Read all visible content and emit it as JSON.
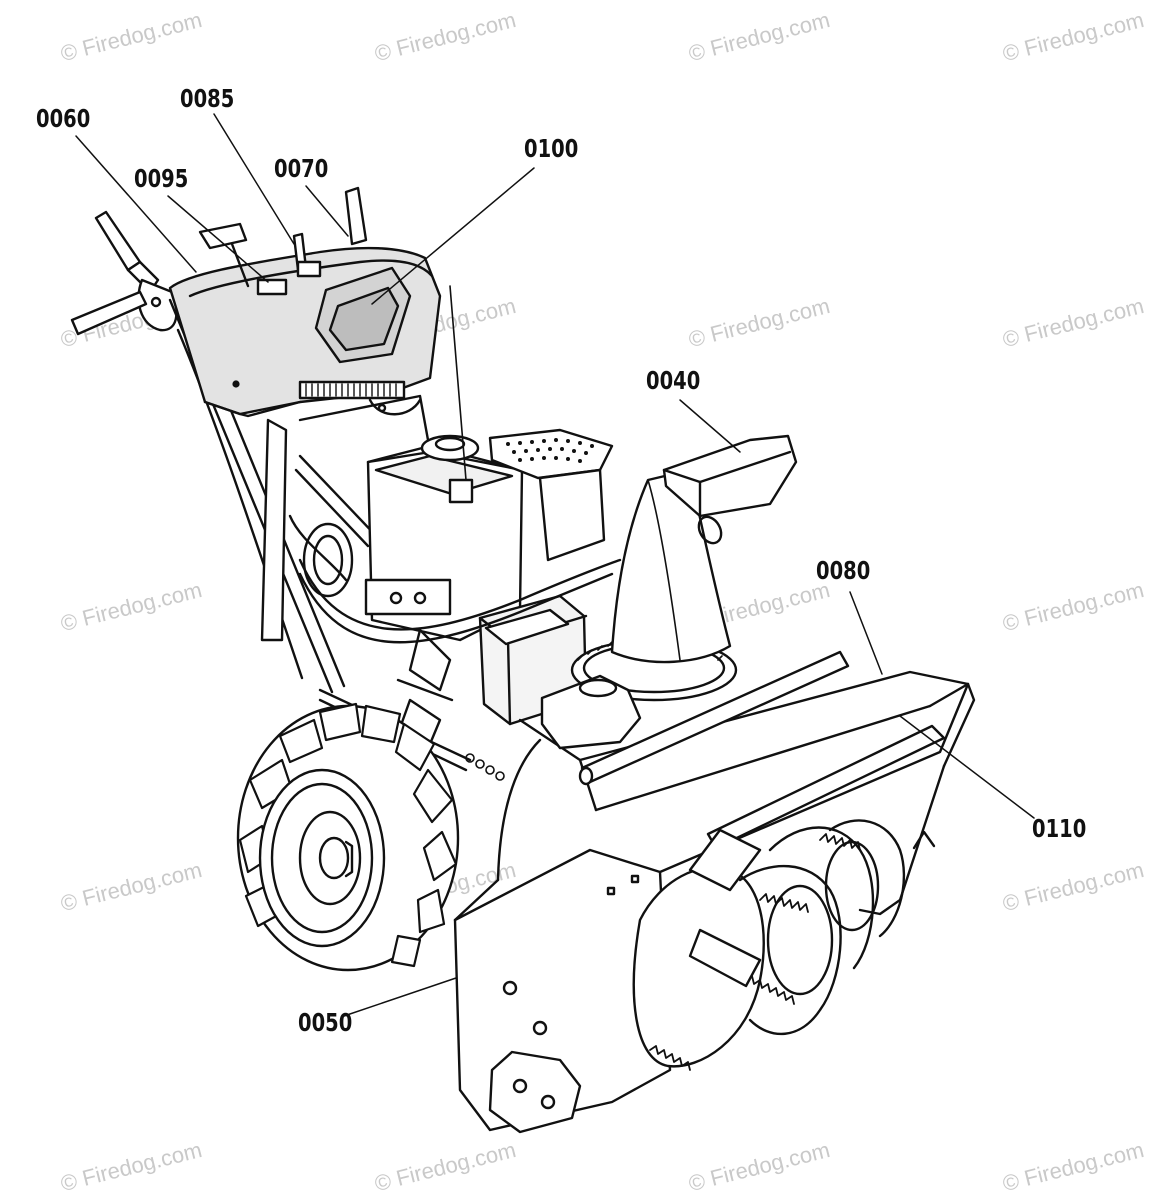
{
  "watermark_text": "© Firedog.com",
  "callouts": [
    {
      "id": "0060",
      "label": "0060"
    },
    {
      "id": "0085",
      "label": "0085"
    },
    {
      "id": "0095",
      "label": "0095"
    },
    {
      "id": "0070",
      "label": "0070"
    },
    {
      "id": "0100",
      "label": "0100"
    },
    {
      "id": "0040",
      "label": "0040"
    },
    {
      "id": "0080",
      "label": "0080"
    },
    {
      "id": "0110",
      "label": "0110"
    },
    {
      "id": "0050",
      "label": "0050"
    }
  ],
  "colors": {
    "line": "#111111",
    "watermark": "#c9c9c9",
    "background": "#ffffff"
  }
}
